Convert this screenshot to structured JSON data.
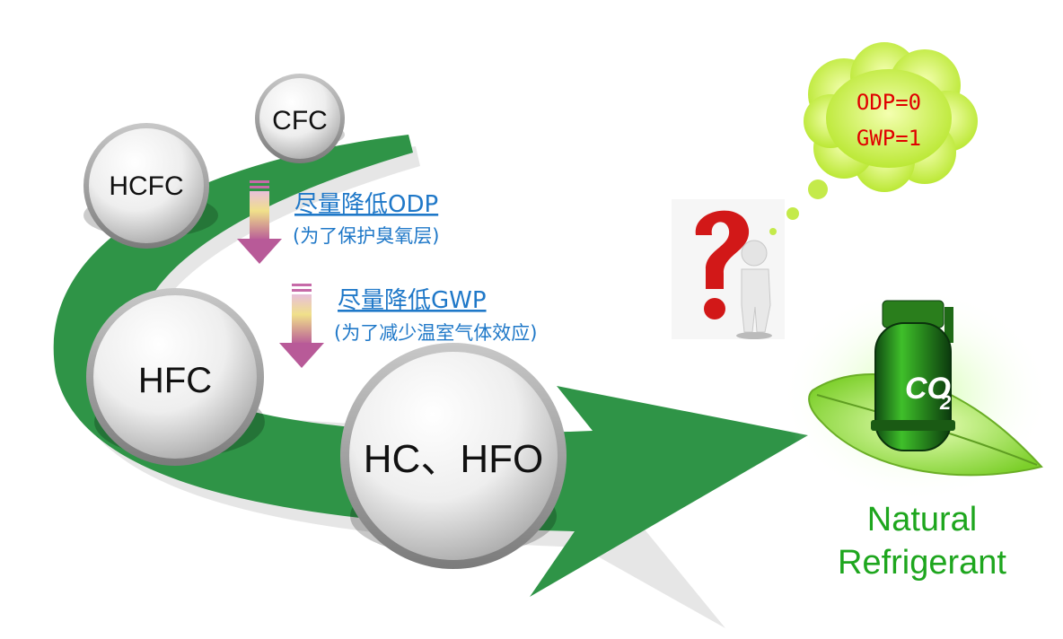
{
  "stages": [
    {
      "label": "CFC"
    },
    {
      "label": "HCFC"
    },
    {
      "label": "HFC"
    },
    {
      "label": "HC、HFO"
    }
  ],
  "steps": [
    {
      "title": "尽量降低ODP",
      "subtitle": "(为了保护臭氧层)"
    },
    {
      "title": "尽量降低GWP",
      "subtitle": "(为了减少温室气体效应)"
    }
  ],
  "thought_cloud": {
    "line1": "ODP=0",
    "line2": "GWP=1"
  },
  "compressor": {
    "label_main": "CO",
    "label_sub": "2"
  },
  "result": {
    "line1": "Natural",
    "line2": "Refrigerant"
  },
  "colors": {
    "arrow_green": "#2f9447",
    "step_arrow": "#c66aa8",
    "link_blue": "#1f78c8",
    "cloud_text": "#e00000",
    "natural_green": "#1ea61e"
  }
}
